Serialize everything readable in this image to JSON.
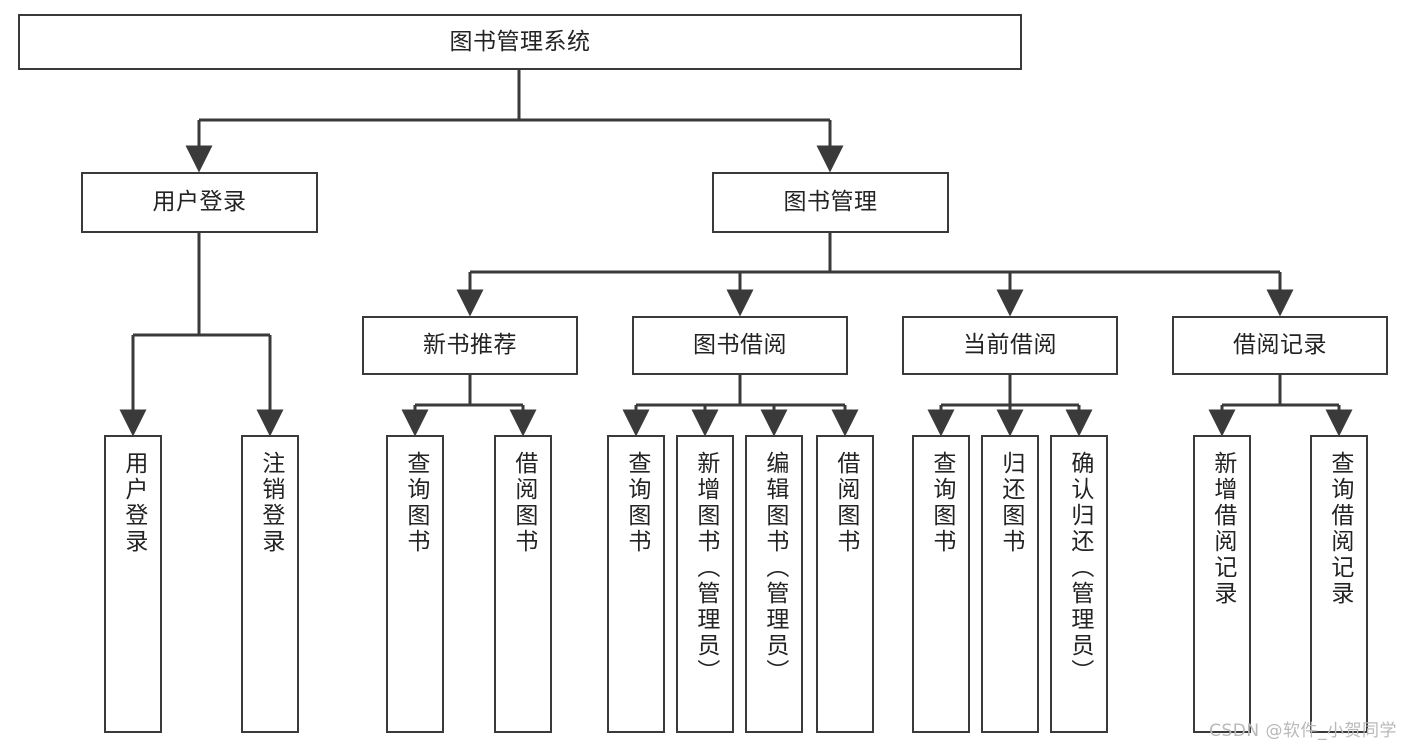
{
  "diagram": {
    "title": "图书管理系统",
    "type": "tree-hierarchy-chart",
    "colors": {
      "background": "#ffffff",
      "node_fill": "#ffffff",
      "node_stroke": "#3a3a3a",
      "edge_stroke": "#3a3a3a",
      "text": "#232323",
      "watermark": "#b9b9b9"
    },
    "root": {
      "id": "root",
      "label": "图书管理系统"
    },
    "level2": [
      {
        "id": "user-login",
        "label": "用户登录"
      },
      {
        "id": "book-manage",
        "label": "图书管理"
      }
    ],
    "level3": [
      {
        "id": "new-book-recommend",
        "label": "新书推荐"
      },
      {
        "id": "book-borrow",
        "label": "图书借阅"
      },
      {
        "id": "current-borrow",
        "label": "当前借阅"
      },
      {
        "id": "borrow-record",
        "label": "借阅记录"
      }
    ],
    "leaves": {
      "user_login": [
        {
          "id": "leaf-user-login",
          "label": "用户登录"
        },
        {
          "id": "leaf-logout-login",
          "label": "注销登录"
        }
      ],
      "new_book_recommend": [
        {
          "id": "leaf-query-book-1",
          "label": "查询图书"
        },
        {
          "id": "leaf-borrow-book-1",
          "label": "借阅图书"
        }
      ],
      "book_borrow": [
        {
          "id": "leaf-query-book-2",
          "label": "查询图书"
        },
        {
          "id": "leaf-add-book",
          "label": "新增图书（管理员）"
        },
        {
          "id": "leaf-edit-book",
          "label": "编辑图书（管理员）"
        },
        {
          "id": "leaf-borrow-book-2",
          "label": "借阅图书"
        }
      ],
      "current_borrow": [
        {
          "id": "leaf-query-book-3",
          "label": "查询图书"
        },
        {
          "id": "leaf-return-book",
          "label": "归还图书"
        },
        {
          "id": "leaf-confirm-return",
          "label": "确认归还（管理员）"
        }
      ],
      "borrow_record": [
        {
          "id": "leaf-add-borrow-record",
          "label": "新增借阅记录"
        },
        {
          "id": "leaf-query-borrow-record",
          "label": "查询借阅记录"
        }
      ]
    }
  },
  "watermark": {
    "text": "CSDN @软件_小贺同学"
  }
}
